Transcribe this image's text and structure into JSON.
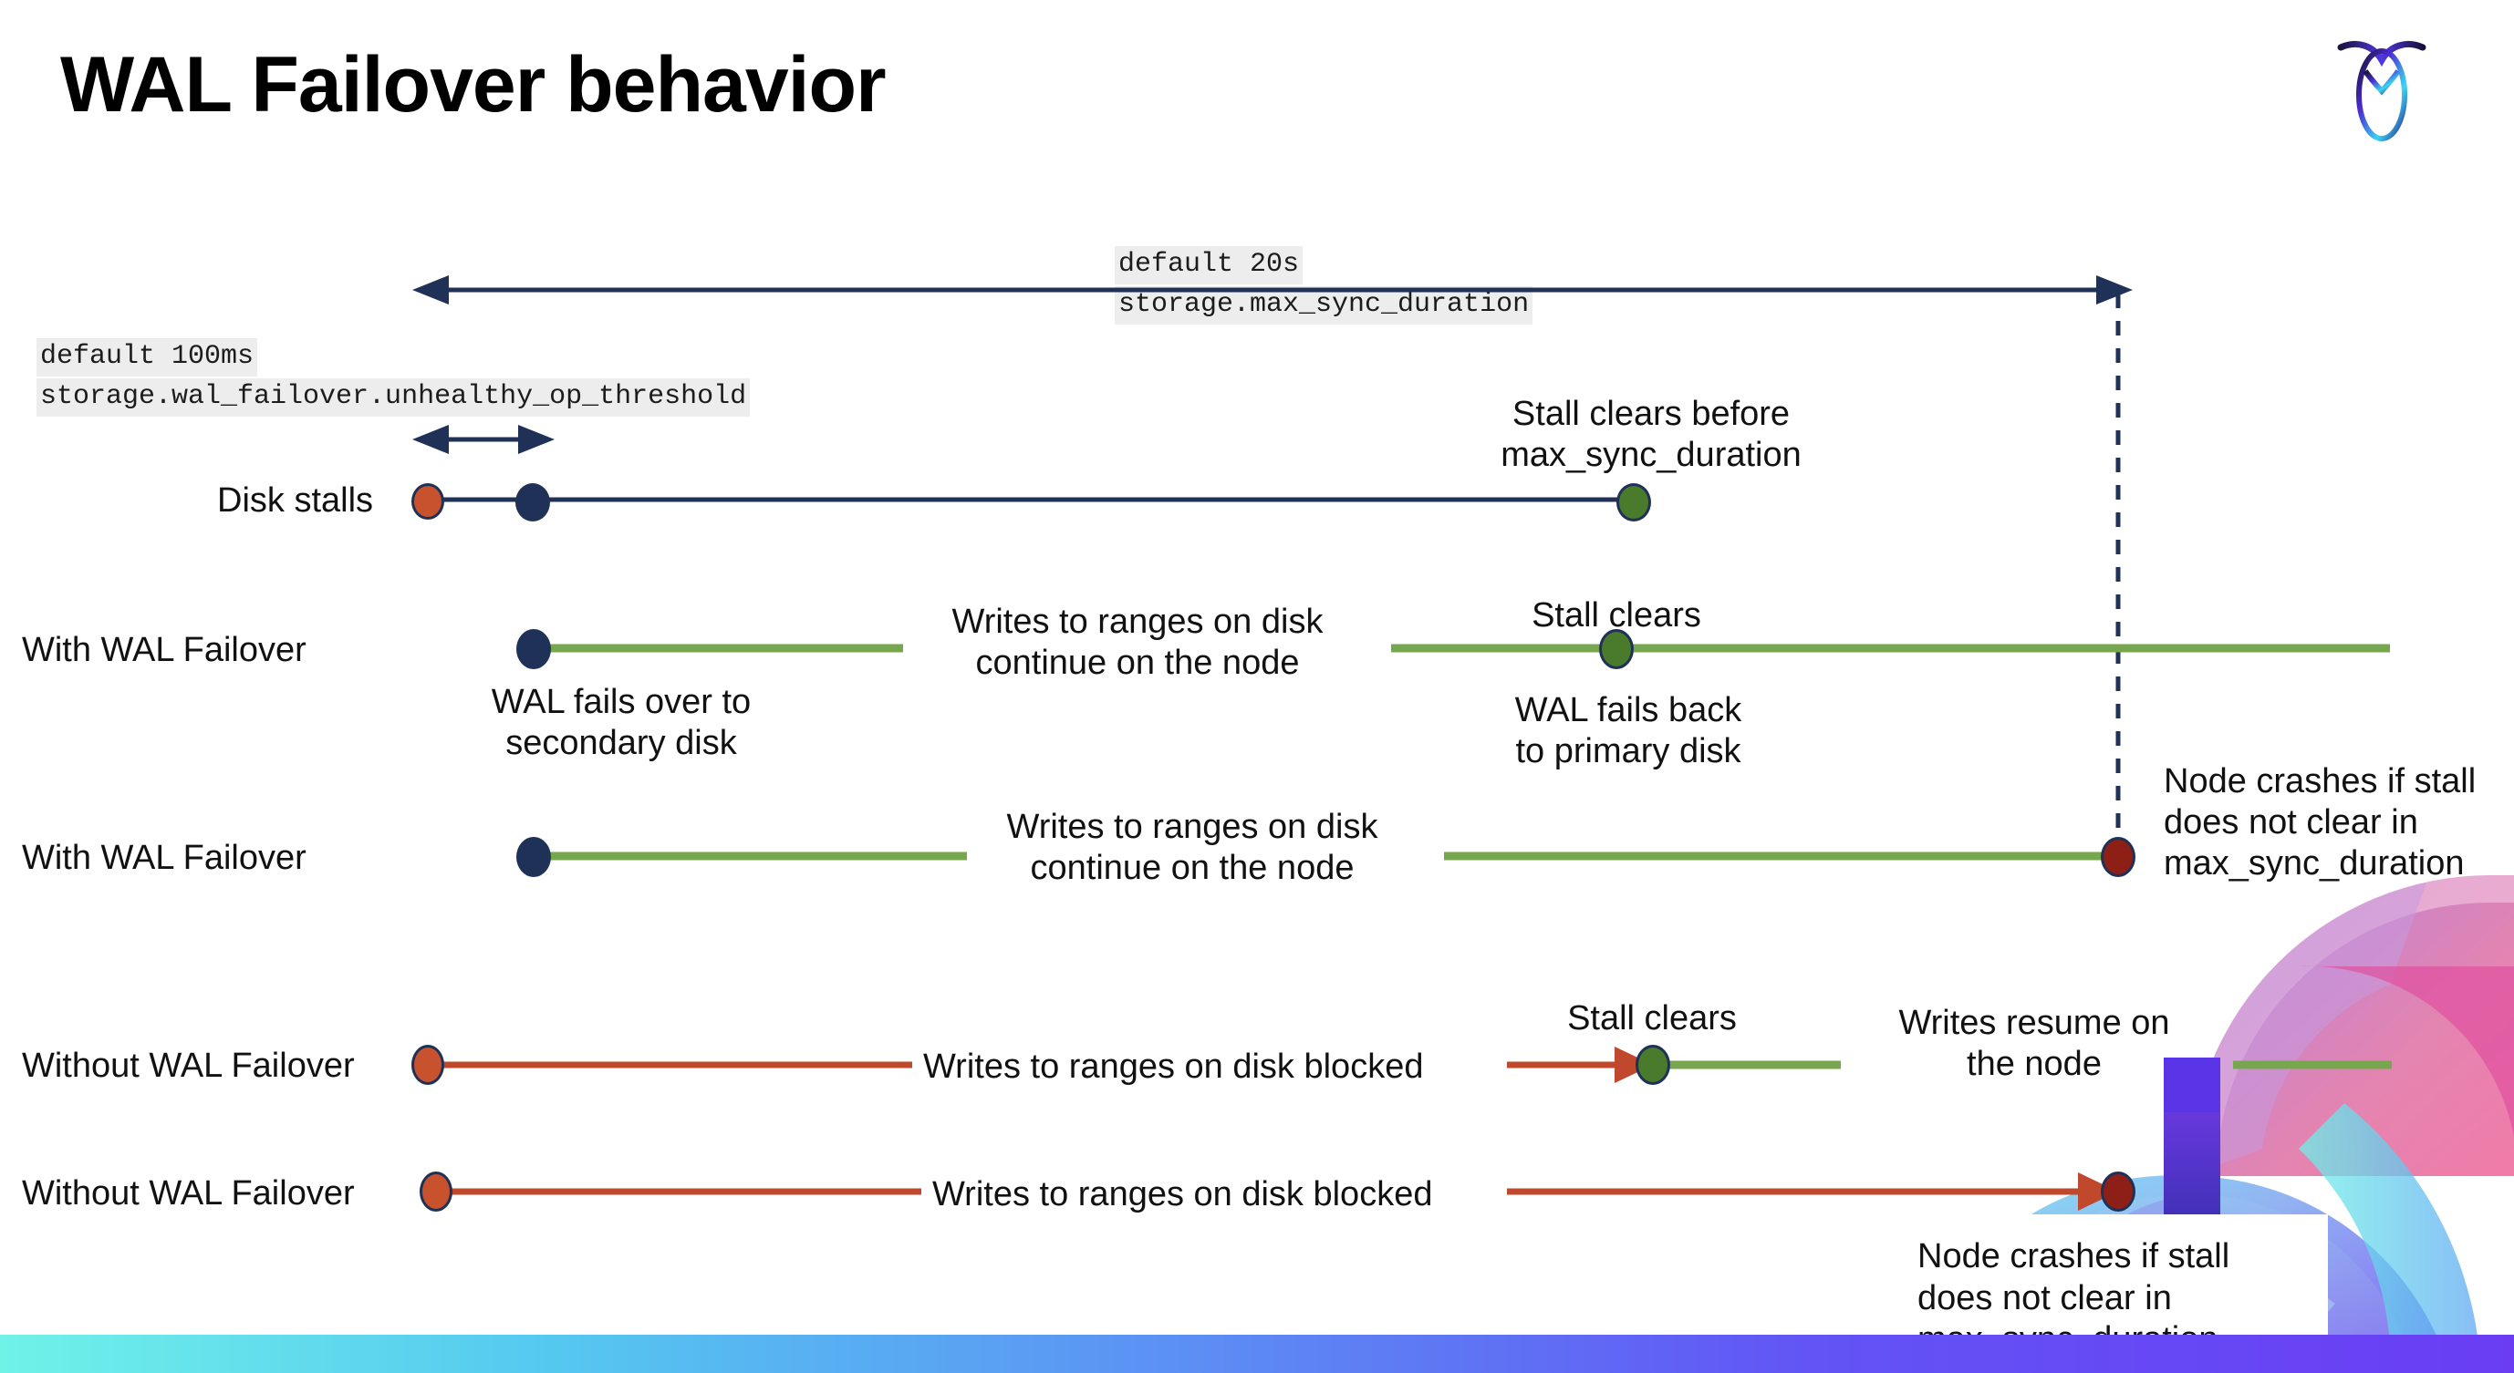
{
  "slide": {
    "title": "WAL Failover behavior",
    "logo_name": "cockroachdb-logo"
  },
  "timeline": {
    "max_sync": {
      "default_label": "default 20s",
      "setting_label": "storage.max_sync_duration"
    },
    "unhealthy_threshold": {
      "default_label": "default 100ms",
      "setting_label": "storage.wal_failover.unhealthy_op_threshold"
    }
  },
  "rows": [
    {
      "id": "disk-stalls",
      "label": "Disk stalls",
      "annotation": "Stall clears before\nmax_sync_duration",
      "annotation_line1": "Stall clears before",
      "annotation_line2": "max_sync_duration"
    },
    {
      "id": "with-wal-failover-clears",
      "label": "With WAL Failover",
      "below_start_line1": "WAL fails over to",
      "below_start_line2": "secondary disk",
      "mid_line1": "Writes to ranges on disk",
      "mid_line2": "continue on the node",
      "clears_label": "Stall clears",
      "below_clears_line1": "WAL fails  back",
      "below_clears_line2": "to primary disk"
    },
    {
      "id": "with-wal-failover-crash",
      "label": "With WAL Failover",
      "mid_line1": "Writes to ranges on disk",
      "mid_line2": "continue on the node",
      "crash_line1": "Node crashes if stall",
      "crash_line2": "does not clear in",
      "crash_line3": "max_sync_duration"
    },
    {
      "id": "without-wal-failover-clears",
      "label": "Without WAL Failover",
      "blocked_label": "Writes to ranges on disk  blocked",
      "clears_label": "Stall clears",
      "resume_line1": "Writes resume on",
      "resume_line2": "the node"
    },
    {
      "id": "without-wal-failover-crash",
      "label": "Without WAL Failover",
      "blocked_label": "Writes to ranges on disk  blocked",
      "crash_line1": "Node crashes if stall",
      "crash_line2": "does not clear in",
      "crash_line3": "max_sync_duration"
    }
  ],
  "colors": {
    "navy": "#1f3157",
    "green_line": "#76a74e",
    "green_dot": "#4a7a2b",
    "red_line": "#c0482c",
    "orange_dot": "#c8512e",
    "dark_red_dot": "#8e1f16",
    "code_bg": "#ededed",
    "bar_gradient_start": "#6ff2e8",
    "bar_gradient_end": "#6a3df3"
  }
}
